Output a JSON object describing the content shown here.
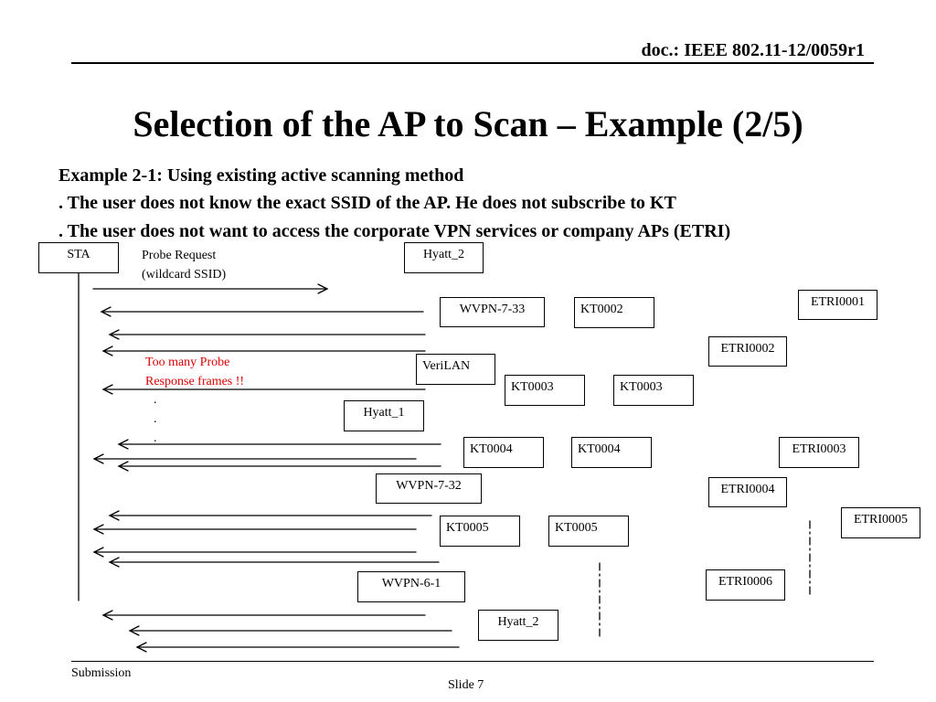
{
  "header": {
    "doc_id": "doc.: IEEE 802.11-12/0059r1"
  },
  "title": "Selection of the AP to Scan – Example (2/5)",
  "body_lines": [
    "Example 2-1: Using existing active scanning method",
    ". The user does not know the exact SSID of the AP. He does not subscribe to KT",
    ". The user does not want to access the corporate VPN services or company APs (ETRI)"
  ],
  "diagram": {
    "sta": "STA",
    "probe_request": [
      "Probe Request",
      "(wildcard SSID)"
    ],
    "note": [
      "Too many Probe",
      "Response frames !!"
    ],
    "note_color": "#e00000",
    "ellipsis": [
      ".",
      ".",
      "."
    ],
    "aps": {
      "hyatt_2_top": "Hyatt_2",
      "wvpn_7_33": "WVPN-7-33",
      "kt0002": "KT0002",
      "etri0001": "ETRI0001",
      "etri0002": "ETRI0002",
      "verilan": "VeriLAN",
      "kt0003_a": "KT0003",
      "kt0003_b": "KT0003",
      "hyatt_1": "Hyatt_1",
      "kt0004_a": "KT0004",
      "kt0004_b": "KT0004",
      "etri0003": "ETRI0003",
      "wvpn_7_32": "WVPN-7-32",
      "etri0004": "ETRI0004",
      "etri0005": "ETRI0005",
      "kt0005_a": "KT0005",
      "kt0005_b": "KT0005",
      "wvpn_6_1": "WVPN-6-1",
      "etri0006": "ETRI0006",
      "hyatt_2_bottom": "Hyatt_2"
    }
  },
  "footer": {
    "left": "Submission",
    "slide": "Slide 7"
  }
}
